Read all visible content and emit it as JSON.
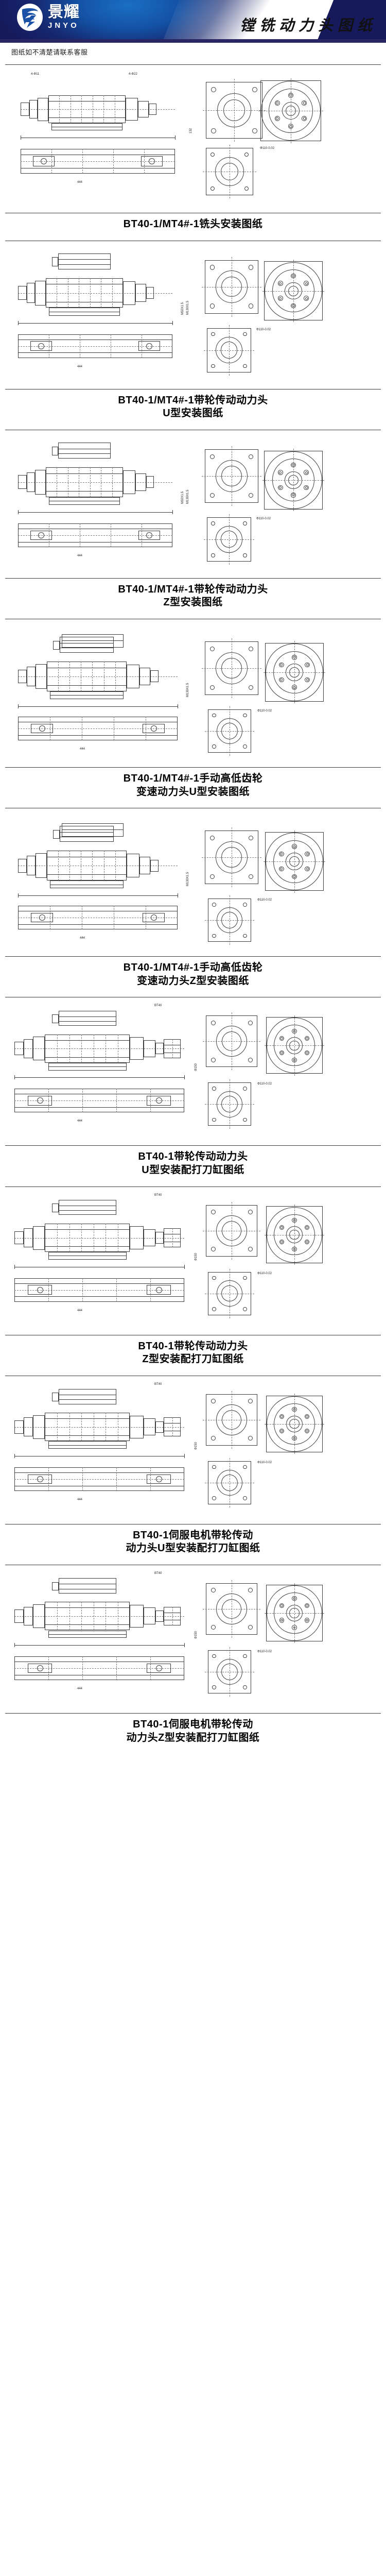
{
  "brand": {
    "logo_cn": "景耀",
    "logo_en": "JNYO",
    "logo_icon": "jnyo-swoosh-logo"
  },
  "header": {
    "title": "镗铣动力头图纸"
  },
  "notice": {
    "text": "图纸如不清楚请联系客服"
  },
  "sections": [
    {
      "id": "sec-1",
      "caption_lines": [
        "BT40-1/MT4#-1铣头安装图纸"
      ],
      "drawing_name": "bt40-mt4-milling-head-assembly-drawing"
    },
    {
      "id": "sec-2",
      "caption_lines": [
        "BT40-1/MT4#-1带轮传动动力头",
        "U型安装图纸"
      ],
      "drawing_name": "bt40-mt4-pulley-drive-power-head-u-type-drawing"
    },
    {
      "id": "sec-3",
      "caption_lines": [
        "BT40-1/MT4#-1带轮传动动力头",
        "Z型安装图纸"
      ],
      "drawing_name": "bt40-mt4-pulley-drive-power-head-z-type-drawing"
    },
    {
      "id": "sec-4",
      "caption_lines": [
        "BT40-1/MT4#-1手动高低齿轮",
        "变速动力头U型安装图纸"
      ],
      "drawing_name": "bt40-mt4-manual-gear-shift-power-head-u-type-drawing"
    },
    {
      "id": "sec-5",
      "caption_lines": [
        "BT40-1/MT4#-1手动高低齿轮",
        "变速动力头Z型安装图纸"
      ],
      "drawing_name": "bt40-mt4-manual-gear-shift-power-head-z-type-drawing"
    },
    {
      "id": "sec-6",
      "caption_lines": [
        "BT40-1带轮传动动力头",
        "U型安装配打刀缸图纸"
      ],
      "drawing_name": "bt40-pulley-drive-power-head-u-type-with-drawbar-cylinder-drawing"
    },
    {
      "id": "sec-7",
      "caption_lines": [
        "BT40-1带轮传动动力头",
        "Z型安装配打刀缸图纸"
      ],
      "drawing_name": "bt40-pulley-drive-power-head-z-type-with-drawbar-cylinder-drawing"
    },
    {
      "id": "sec-8",
      "caption_lines": [
        "BT40-1伺服电机带轮传动",
        "动力头U型安装配打刀缸图纸"
      ],
      "drawing_name": "bt40-servo-motor-pulley-drive-power-head-u-type-with-drawbar-cylinder-drawing"
    },
    {
      "id": "sec-9",
      "caption_lines": [
        "BT40-1伺服电机带轮传动",
        "动力头Z型安装配打刀缸图纸"
      ],
      "drawing_name": "bt40-servo-motor-pulley-drive-power-head-z-type-with-drawbar-cylinder-drawing"
    }
  ],
  "drawing_annotations": {
    "diameters": [
      "Φ110-0.02",
      "Φ130",
      "Φ132",
      "Φ150",
      "Φ27"
    ],
    "threads": [
      "M32X1.5",
      "M130X1.5",
      "4-Φ11",
      "4-Φ22"
    ],
    "lengths": [
      "444",
      "39",
      "20",
      "18",
      "70",
      "20-0.02",
      "4"
    ],
    "labels": [
      "BT40",
      "MT4"
    ]
  }
}
